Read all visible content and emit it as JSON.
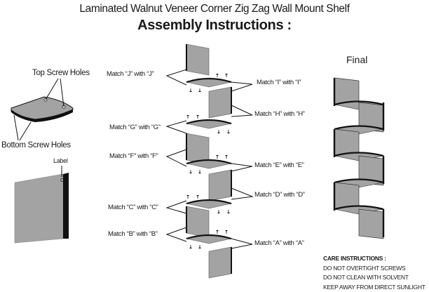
{
  "header": {
    "title": "Laminated Walnut Veneer Corner Zig Zag Wall Mount Shelf",
    "subtitle": "Assembly Instructions :"
  },
  "parts_legend": {
    "top_screw_holes": "Top Screw Holes",
    "bottom_screw_holes": "Bottom Screw Holes",
    "label": "Label"
  },
  "steps": {
    "left": [
      "Match “J” with “J”",
      "Match “G” with “G”",
      "Match “F” with “F”",
      "Match “C” with “C”",
      "Match “B” with “B”"
    ],
    "right": [
      "Match “I” with “I”",
      "Match “H” with “H”",
      "Match “E” with “E”",
      "Match “D” with “D”",
      "Match “A” with “A”"
    ]
  },
  "final_label": "Final",
  "care": {
    "title": "CARE INSTRUCTIONS :",
    "items": [
      "DO NOT OVERTIGHT SCREWS",
      "DO NOT CLEAN WITH SOLVENT",
      "KEEP AWAY FROM DIRECT SUNLIGHT"
    ]
  },
  "colors": {
    "panel_fill": "#a3a3a3",
    "edge": "#111111"
  }
}
